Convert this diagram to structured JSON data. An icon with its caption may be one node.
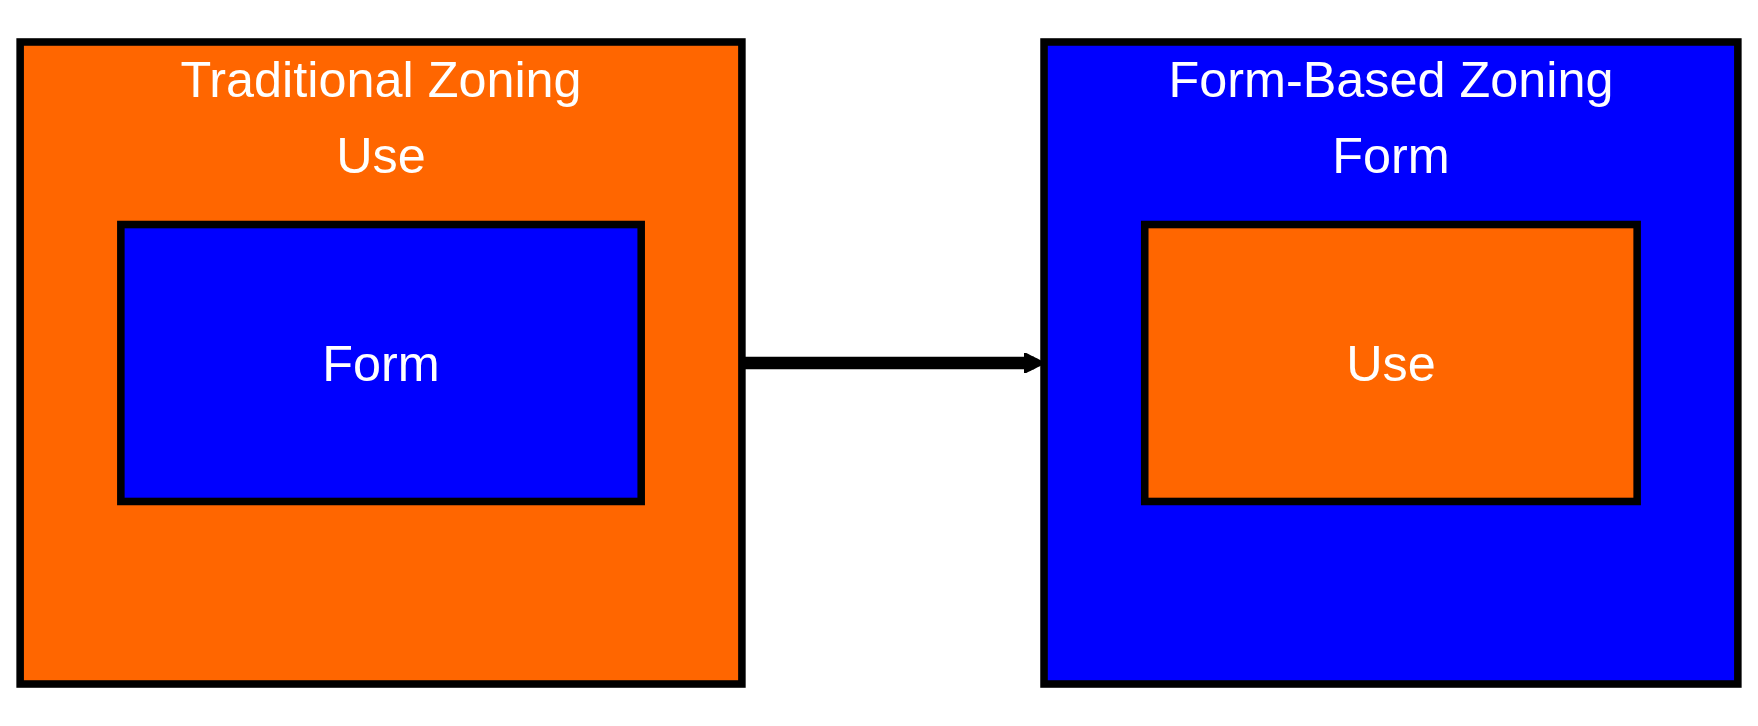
{
  "diagram": {
    "nodes": [
      {
        "text": [
          "Traditional Zoning",
          "Use"
        ]
      },
      {
        "text": [
          "Form"
        ],
        "in": 0
      },
      {
        "text": [
          "Form-Based Zoning",
          "Form"
        ]
      },
      {
        "text": [
          "Use"
        ],
        "in": 2
      }
    ],
    "edges": [
      {
        "from": 0,
        "to": 2,
        "arrow": "to"
      }
    ]
  }
}
